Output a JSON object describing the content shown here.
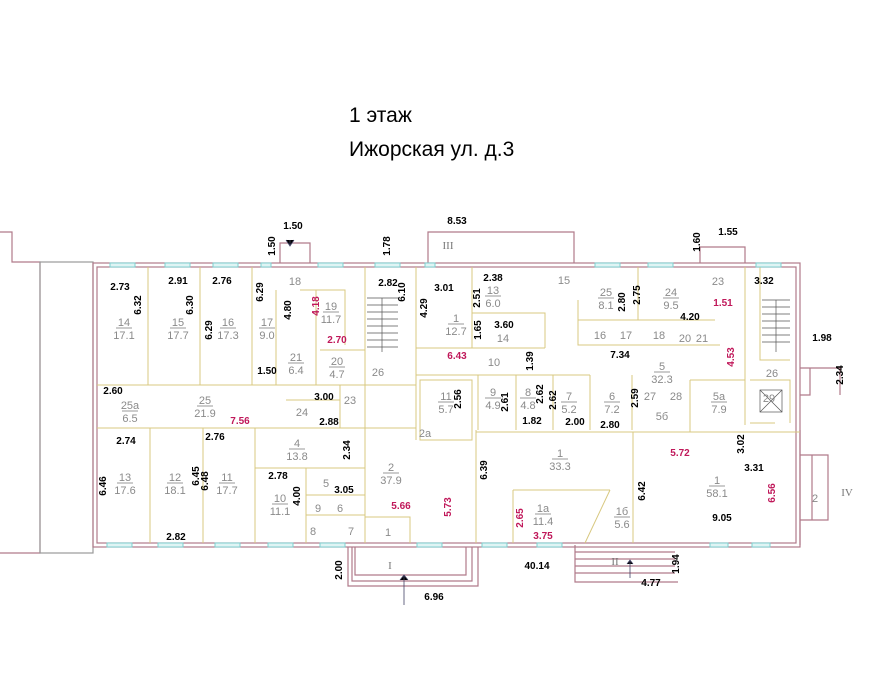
{
  "header": {
    "floor": "1 этаж",
    "address": "Ижорская ул. д.3"
  },
  "colors": {
    "wall": "#b07a8a",
    "inner_wall": "#e8dca0",
    "window": "#7fd0d0",
    "dimension_red": "#c0185a"
  },
  "rooms": [
    {
      "num": "14",
      "area": "17.1"
    },
    {
      "num": "15",
      "area": "17.7"
    },
    {
      "num": "16",
      "area": "17.3"
    },
    {
      "num": "17",
      "area": "9.0"
    },
    {
      "num": "18",
      "area": ""
    },
    {
      "num": "19",
      "area": "11.7"
    },
    {
      "num": "20",
      "area": "4.7"
    },
    {
      "num": "21",
      "area": "6.4"
    },
    {
      "num": "26",
      "area": ""
    },
    {
      "num": "25а",
      "area": "6.5"
    },
    {
      "num": "25",
      "area": "21.9"
    },
    {
      "num": "24",
      "area": ""
    },
    {
      "num": "23",
      "area": ""
    },
    {
      "num": "13",
      "area": "17.6"
    },
    {
      "num": "12",
      "area": "18.1"
    },
    {
      "num": "11",
      "area": "17.7"
    },
    {
      "num": "4",
      "area": "13.8"
    },
    {
      "num": "10",
      "area": "11.1"
    },
    {
      "num": "5",
      "area": ""
    },
    {
      "num": "9",
      "area": ""
    },
    {
      "num": "6",
      "area": ""
    },
    {
      "num": "8",
      "area": ""
    },
    {
      "num": "7",
      "area": ""
    },
    {
      "num": "1",
      "area": ""
    },
    {
      "num": "2",
      "area": "37.9"
    },
    {
      "num": "2а",
      "area": ""
    },
    {
      "num": "1",
      "area": "12.7"
    },
    {
      "num": "13",
      "area": "6.0"
    },
    {
      "num": "14",
      "area": ""
    },
    {
      "num": "10",
      "area": ""
    },
    {
      "num": "15",
      "area": ""
    },
    {
      "num": "25",
      "area": "8.1"
    },
    {
      "num": "24",
      "area": "9.5"
    },
    {
      "num": "23",
      "area": ""
    },
    {
      "num": "16",
      "area": ""
    },
    {
      "num": "17",
      "area": ""
    },
    {
      "num": "18",
      "area": ""
    },
    {
      "num": "20",
      "area": ""
    },
    {
      "num": "21",
      "area": ""
    },
    {
      "num": "5",
      "area": "32.3"
    },
    {
      "num": "26",
      "area": ""
    },
    {
      "num": "29",
      "area": ""
    },
    {
      "num": "5а",
      "area": "7.9"
    },
    {
      "num": "5б",
      "area": ""
    },
    {
      "num": "27",
      "area": ""
    },
    {
      "num": "28",
      "area": ""
    },
    {
      "num": "11",
      "area": "5.7"
    },
    {
      "num": "9",
      "area": "4.9"
    },
    {
      "num": "8",
      "area": "4.8"
    },
    {
      "num": "7",
      "area": "5.2"
    },
    {
      "num": "6",
      "area": "7.2"
    },
    {
      "num": "1",
      "area": "33.3"
    },
    {
      "num": "1а",
      "area": "11.4"
    },
    {
      "num": "1б",
      "area": "5.6"
    },
    {
      "num": "1",
      "area": "58.1"
    },
    {
      "num": "2",
      "area": ""
    }
  ],
  "dimensions": [
    "2.73",
    "6.32",
    "2.91",
    "6.30",
    "2.76",
    "6.29",
    "6.29",
    "4.80",
    "1.50",
    "2.82",
    "6.10",
    "2.60",
    "3.00",
    "2.88",
    "2.74",
    "2.76",
    "6.45",
    "6.46",
    "6.48",
    "2.34",
    "2.78",
    "4.00",
    "3.05",
    "2.82",
    "2.00",
    "6.96",
    "1.50",
    "1.50",
    "1.78",
    "8.53",
    "3.01",
    "4.29",
    "2.38",
    "2.51",
    "1.65",
    "3.60",
    "1.39",
    "2.56",
    "2.61",
    "2.62",
    "2.62",
    "1.82",
    "2.00",
    "2.80",
    "2.75",
    "4.20",
    "7.34",
    "2.59",
    "2.80",
    "1.60",
    "1.55",
    "3.32",
    "1.98",
    "2.34",
    "6.39",
    "3.02",
    "3.31",
    "6.42",
    "9.05",
    "40.14",
    "4.77",
    "1.94"
  ],
  "dimensions_red": [
    "4.18",
    "2.70",
    "7.56",
    "5.66",
    "5.73",
    "6.43",
    "1.51",
    "4.53",
    "5.72",
    "6.56",
    "2.65",
    "3.75"
  ],
  "entrances": [
    "I",
    "II",
    "III",
    "IV"
  ]
}
